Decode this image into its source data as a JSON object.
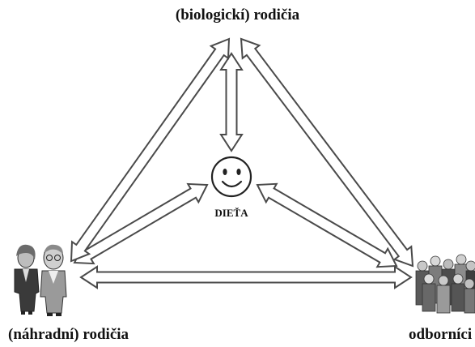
{
  "labels": {
    "top": "(biologickí) rodičia",
    "left": "(náhradní) rodičia",
    "right": "odborníci",
    "child": "DIEŤA"
  },
  "arrows": [
    {
      "from": "child",
      "to": "biological-parents"
    },
    {
      "from": "child",
      "to": "substitute-parents"
    },
    {
      "from": "child",
      "to": "experts"
    },
    {
      "from": "biological-parents",
      "to": "substitute-parents"
    },
    {
      "from": "biological-parents",
      "to": "experts"
    },
    {
      "from": "substitute-parents",
      "to": "experts"
    }
  ],
  "icons": [
    "smiley-face-icon",
    "parents-couple-icon",
    "experts-group-icon"
  ],
  "colors": {
    "arrow_fill": "#ffffff",
    "arrow_stroke": "#4a4a4a",
    "text": "#111111"
  }
}
